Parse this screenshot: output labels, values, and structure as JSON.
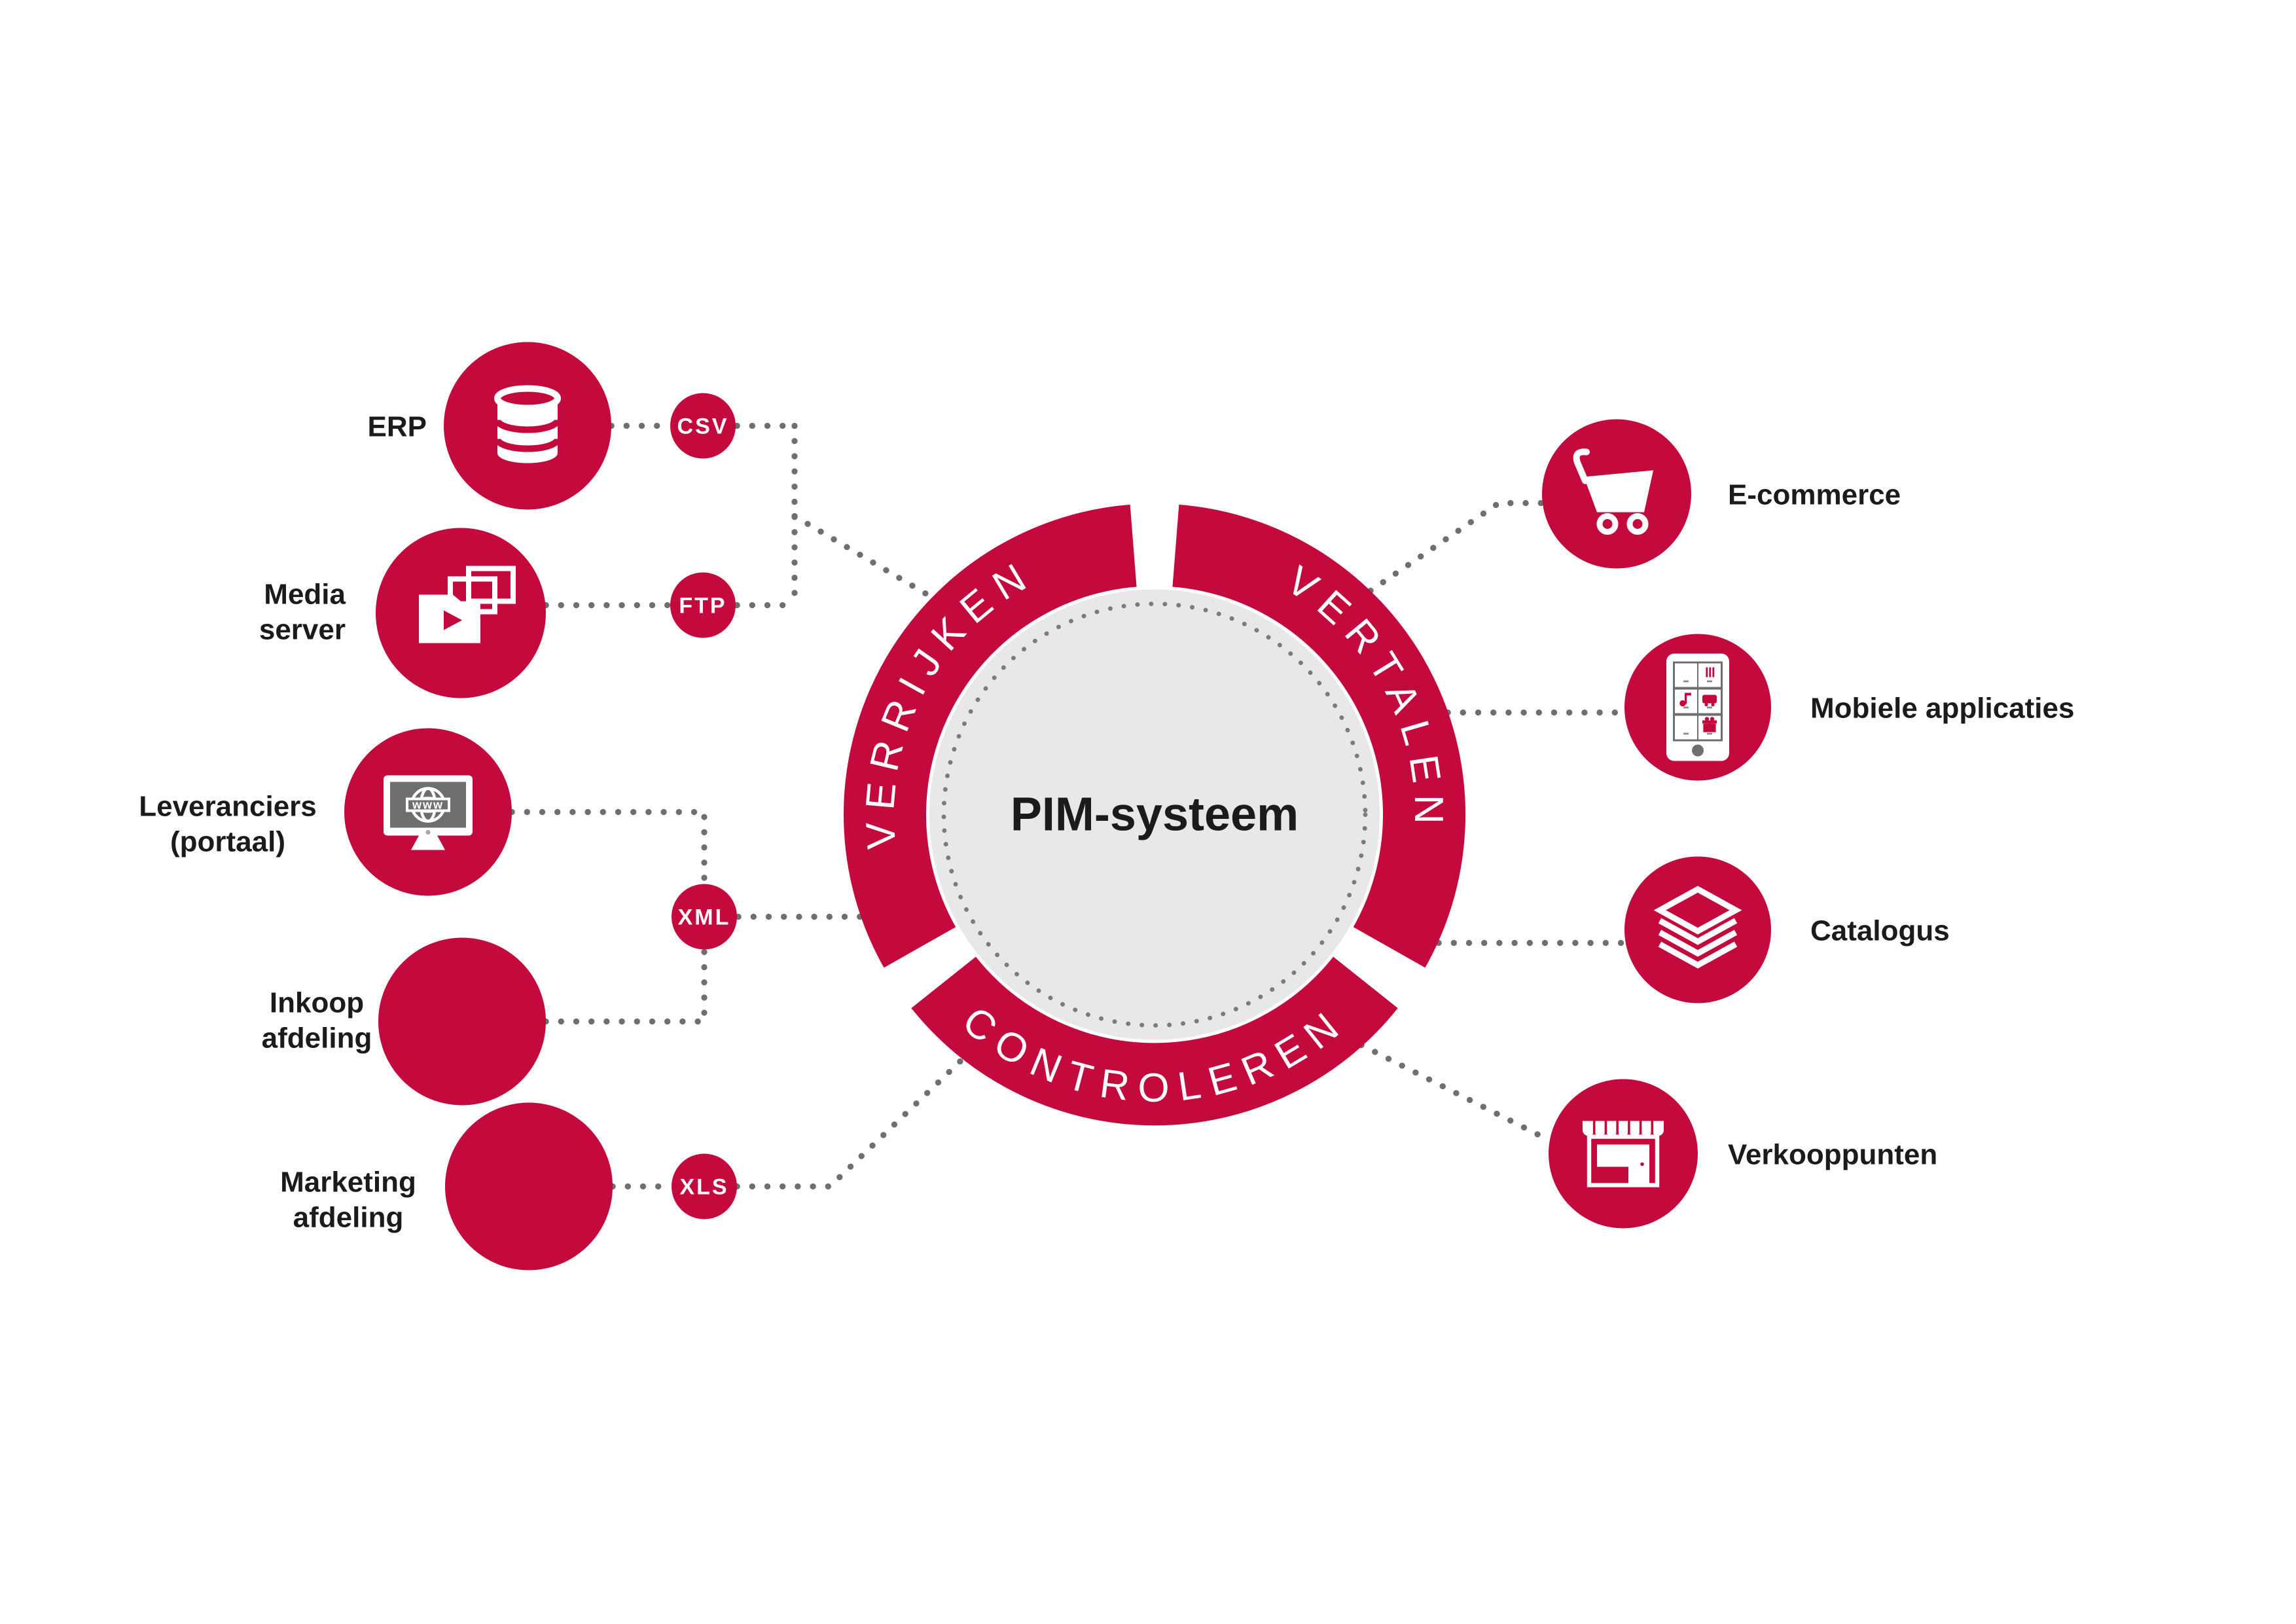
{
  "ring": {
    "center_label": "PIM-systeem",
    "segments": [
      {
        "id": "verrijken",
        "label": "VERRIJKEN"
      },
      {
        "id": "vertalen",
        "label": "VERTALEN"
      },
      {
        "id": "controleren",
        "label": "CONTROLEREN"
      }
    ]
  },
  "sources": [
    {
      "id": "erp",
      "label_lines": [
        "ERP"
      ],
      "icon": "database-icon"
    },
    {
      "id": "media-server",
      "label_lines": [
        "Media",
        "server"
      ],
      "icon": "media-files-icon"
    },
    {
      "id": "leveranciers",
      "label_lines": [
        "Leveranciers",
        "(portaal)"
      ],
      "icon": "www-monitor-icon",
      "icon_text": "www"
    },
    {
      "id": "inkoop",
      "label_lines": [
        "Inkoop",
        "afdeling"
      ],
      "icon": "people-group-icon"
    },
    {
      "id": "marketing",
      "label_lines": [
        "Marketing",
        "afdeling"
      ],
      "icon": "people-group-icon"
    }
  ],
  "formats": [
    {
      "id": "csv",
      "label": "CSV"
    },
    {
      "id": "ftp",
      "label": "FTP"
    },
    {
      "id": "xml",
      "label": "XML"
    },
    {
      "id": "xls",
      "label": "XLS"
    }
  ],
  "outputs": [
    {
      "id": "e-commerce",
      "label": "E-commerce",
      "icon": "shopping-cart-icon"
    },
    {
      "id": "mobiele-applicaties",
      "label": "Mobiele applicaties",
      "icon": "smartphone-icon"
    },
    {
      "id": "catalogus",
      "label": "Catalogus",
      "icon": "layers-icon"
    },
    {
      "id": "verkooppunten",
      "label": "Verkooppunten",
      "icon": "storefront-icon"
    }
  ],
  "connections": [
    {
      "from": "erp",
      "via": "csv",
      "to": "pim-systeem"
    },
    {
      "from": "media-server",
      "via": "ftp",
      "to": "pim-systeem"
    },
    {
      "from": "leveranciers",
      "via": "xml",
      "to": "pim-systeem"
    },
    {
      "from": "inkoop",
      "via": "xml",
      "to": "pim-systeem"
    },
    {
      "from": "marketing",
      "via": "xls",
      "to": "pim-systeem"
    },
    {
      "from": "pim-systeem",
      "to": "e-commerce"
    },
    {
      "from": "pim-systeem",
      "to": "mobiele-applicaties"
    },
    {
      "from": "pim-systeem",
      "to": "catalogus"
    },
    {
      "from": "pim-systeem",
      "to": "verkooppunten"
    }
  ],
  "colors": {
    "accent_red": "#C4093C",
    "inner_circle_gray": "#E8E8E8",
    "dotted_line_gray": "#6F6F6F",
    "icon_screen_gray": "#6E6E6E",
    "text_dark": "#1B1B1B",
    "white": "#FFFFFF"
  }
}
